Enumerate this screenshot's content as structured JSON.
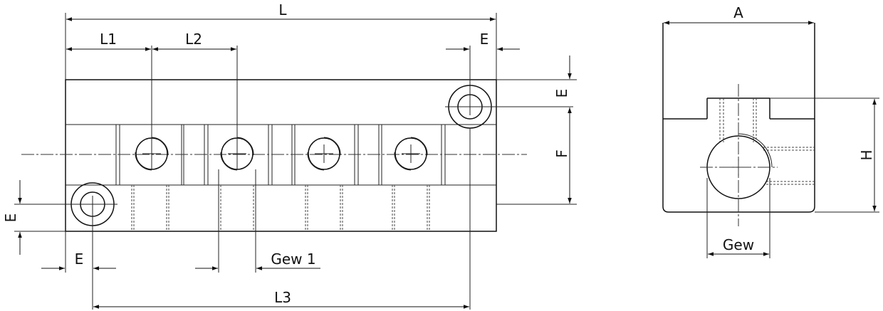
{
  "dimensions": {
    "L": "L",
    "L1": "L1",
    "L2": "L2",
    "L3": "L3",
    "E_top": "E",
    "E_right": "E",
    "E_left": "E",
    "E_bottom": "E",
    "F": "F",
    "Gew1": "Gew 1",
    "A": "A",
    "H": "H",
    "Gew": "Gew"
  }
}
